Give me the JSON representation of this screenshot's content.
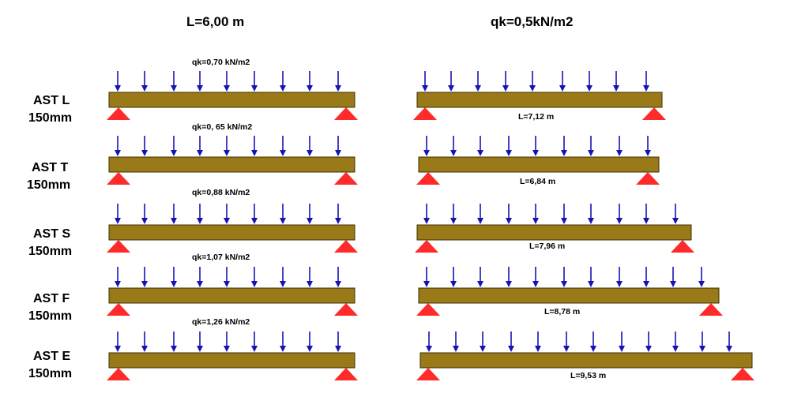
{
  "headers": {
    "left": "L=6,00 m",
    "right": "qk=0,5kN/m2"
  },
  "colors": {
    "beam": "#9a7a18",
    "beam_edge": "#3a3000",
    "arrow": "#1414b4",
    "support": "#ff2a2a"
  },
  "rows": [
    {
      "name": "AST L",
      "thickness": "150mm",
      "load": "qk=0,70 kN/m2",
      "span": "L=7,12 m"
    },
    {
      "name": "AST T",
      "thickness": "150mm",
      "load": "qk=0, 65 kN/m2",
      "span": "L=6,84 m"
    },
    {
      "name": "AST S",
      "thickness": "150mm",
      "load": "qk=0,88 kN/m2",
      "span": "L=7,96 m"
    },
    {
      "name": "AST F",
      "thickness": "150mm",
      "load": "qk=1,07 kN/m2",
      "span": "L=8,78 m"
    },
    {
      "name": "AST E",
      "thickness": "150mm",
      "load": "qk=1,26 kN/m2",
      "span": "L=9,53 m"
    }
  ]
}
